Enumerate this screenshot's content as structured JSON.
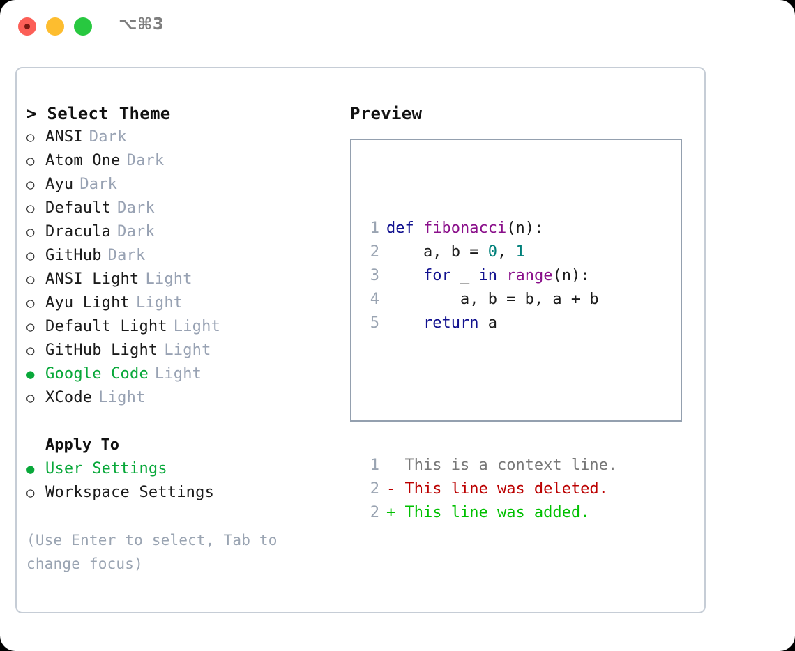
{
  "titlebar": {
    "shortcut": "⌥⌘3",
    "lights": [
      "close-red",
      "minimize-yellow",
      "maximize-green"
    ]
  },
  "theme_picker": {
    "header": "> Select Theme",
    "options": [
      {
        "label": "ANSI",
        "tag": "Dark",
        "selected": false,
        "bullet": "○"
      },
      {
        "label": "Atom One",
        "tag": "Dark",
        "selected": false,
        "bullet": "○"
      },
      {
        "label": "Ayu",
        "tag": "Dark",
        "selected": false,
        "bullet": "○"
      },
      {
        "label": "Default",
        "tag": "Dark",
        "selected": false,
        "bullet": "○"
      },
      {
        "label": "Dracula",
        "tag": "Dark",
        "selected": false,
        "bullet": "○"
      },
      {
        "label": "GitHub",
        "tag": "Dark",
        "selected": false,
        "bullet": "○"
      },
      {
        "label": "ANSI Light",
        "tag": "Light",
        "selected": false,
        "bullet": "○"
      },
      {
        "label": "Ayu Light",
        "tag": "Light",
        "selected": false,
        "bullet": "○"
      },
      {
        "label": "Default Light",
        "tag": "Light",
        "selected": false,
        "bullet": "○"
      },
      {
        "label": "GitHub Light",
        "tag": "Light",
        "selected": false,
        "bullet": "○"
      },
      {
        "label": "Google Code",
        "tag": "Light",
        "selected": true,
        "bullet": "●"
      },
      {
        "label": "XCode",
        "tag": "Light",
        "selected": false,
        "bullet": "○"
      }
    ]
  },
  "apply_to": {
    "header": "Apply To",
    "options": [
      {
        "label": "User Settings",
        "selected": true,
        "bullet": "●"
      },
      {
        "label": "Workspace Settings",
        "selected": false,
        "bullet": "○"
      }
    ]
  },
  "hint": "(Use Enter to select, Tab to change focus)",
  "preview": {
    "header": "Preview",
    "code_lines": [
      {
        "n": "1",
        "tokens": [
          {
            "t": "def",
            "c": "kw"
          },
          {
            "t": " ",
            "c": "plain"
          },
          {
            "t": "fibonacci",
            "c": "fn"
          },
          {
            "t": "(n):",
            "c": "plain"
          }
        ]
      },
      {
        "n": "2",
        "tokens": [
          {
            "t": "    a, b = ",
            "c": "plain"
          },
          {
            "t": "0",
            "c": "num"
          },
          {
            "t": ", ",
            "c": "plain"
          },
          {
            "t": "1",
            "c": "num"
          }
        ]
      },
      {
        "n": "3",
        "tokens": [
          {
            "t": "    ",
            "c": "plain"
          },
          {
            "t": "for",
            "c": "kw"
          },
          {
            "t": " _ ",
            "c": "plain"
          },
          {
            "t": "in",
            "c": "kw"
          },
          {
            "t": " ",
            "c": "plain"
          },
          {
            "t": "range",
            "c": "fn"
          },
          {
            "t": "(n):",
            "c": "plain"
          }
        ]
      },
      {
        "n": "4",
        "tokens": [
          {
            "t": "        a, b = b, a + b",
            "c": "plain"
          }
        ]
      },
      {
        "n": "5",
        "tokens": [
          {
            "t": "    ",
            "c": "plain"
          },
          {
            "t": "return",
            "c": "kw"
          },
          {
            "t": " a",
            "c": "plain"
          }
        ]
      }
    ],
    "diff_lines": [
      {
        "n": "1",
        "marker": "  ",
        "text": "This is a context line.",
        "kind": "ctx"
      },
      {
        "n": "2",
        "marker": "- ",
        "text": "This line was deleted.",
        "kind": "del"
      },
      {
        "n": "2",
        "marker": "+ ",
        "text": "This line was added.",
        "kind": "add"
      }
    ]
  },
  "colors": {
    "accent_green": "#09a83a",
    "tag_muted": "#98a2b3",
    "keyword": "#11118f",
    "function": "#8a0f8a",
    "number": "#00807a",
    "diff_deleted": "#bb0000",
    "diff_added": "#00c000",
    "panel_border": "#c6cdd6",
    "preview_border": "#94a0af"
  }
}
